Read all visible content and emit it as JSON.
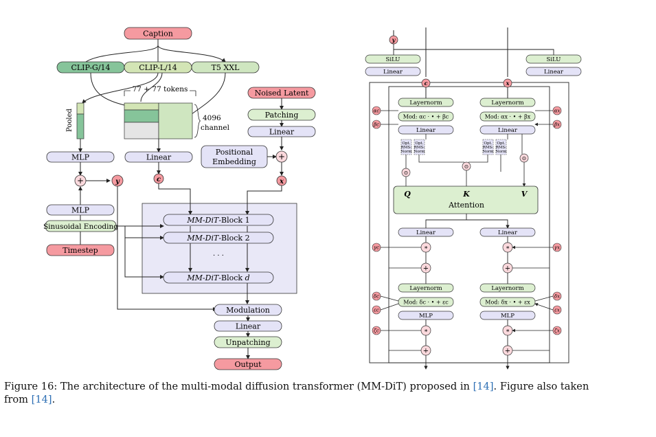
{
  "left": {
    "caption": "Caption",
    "clip_g": "CLIP-G/14",
    "clip_l": "CLIP-L/14",
    "t5": "T5 XXL",
    "tokens": "77 + 77 tokens",
    "channel_num": "4096",
    "channel_word": "channel",
    "pooled": "Pooled",
    "mlp": "MLP",
    "linear": "Linear",
    "c": "c",
    "y": "y",
    "x": "x",
    "noised_latent": "Noised Latent",
    "patching": "Patching",
    "linear2": "Linear",
    "positional_line1": "Positional",
    "positional_line2": "Embedding",
    "mlp2": "MLP",
    "sinusoidal": "Sinusoidal Encoding",
    "timestep": "Timestep",
    "block_prefix": "MM-DiT",
    "block1": "-Block 1",
    "block2": "-Block 2",
    "ellipsis": "· · ·",
    "blockd": "-Block d",
    "modulation": "Modulation",
    "linear3": "Linear",
    "unpatching": "Unpatching",
    "output": "Output"
  },
  "right": {
    "y": "y",
    "c": "c",
    "x": "x",
    "silu": "SiLU",
    "linear": "Linear",
    "layernorm": "Layernorm",
    "mod_c": "Mod: αc · • + βc",
    "mod_x": "Mod: αx · • + βx",
    "mod2_c": "Mod: δc · • + εc",
    "mod2_x": "Mod: δx · • + εx",
    "rms": [
      "Opt.",
      "RMS-",
      "Norm"
    ],
    "q": "Q",
    "k": "K",
    "v": "V",
    "attention": "Attention",
    "mlp": "MLP",
    "alpha_c": "αc",
    "beta_c": "βc",
    "gamma_c": "γc",
    "delta_c": "δc",
    "eps_c": "εc",
    "zeta_c": "ζc",
    "alpha_x": "αx",
    "beta_x": "βx",
    "gamma_x": "γx",
    "delta_x": "δx",
    "eps_x": "εx",
    "zeta_x": "ζx"
  },
  "figure_caption": {
    "line1_text": "Figure 16: The architecture of the multi-modal diffusion transformer (MM-DiT) proposed in ",
    "ref": "[14]",
    "line1_tail": ". Figure also taken",
    "line2_pre": "from ",
    "line2_tail": "."
  },
  "colors": {
    "pink": "#f59aa0",
    "green": "#dcefd0",
    "lavender": "#e4e3f7",
    "clip_g": "#86c49a",
    "clip_l": "#d3e5b5",
    "t5": "#cfe6c0",
    "circle": "#fbd9dd",
    "big_box": "#e9e8f7",
    "link": "#2d6fb4"
  }
}
